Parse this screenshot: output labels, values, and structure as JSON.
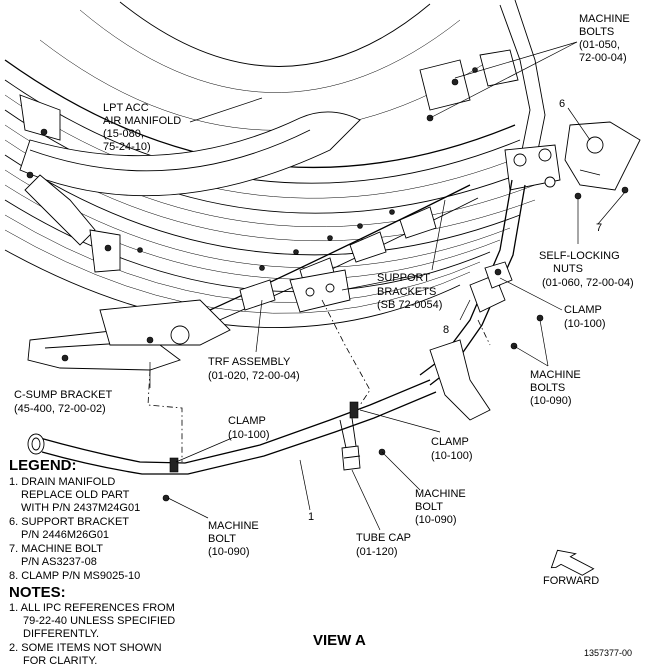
{
  "callouts": {
    "machine_bolts_top": [
      "MACHINE",
      "BOLTS",
      "(01-050,",
      "72-00-04)"
    ],
    "lpt_acc": [
      "LPT ACC",
      "AIR MANIFOLD",
      "(15-080,",
      "75-24-10)"
    ],
    "item6": "6",
    "item7": "7",
    "self_locking": [
      "SELF-LOCKING",
      "NUTS",
      "(01-060, 72-00-04)"
    ],
    "support_brackets": [
      "SUPPORT",
      "BRACKETS",
      "(SB 72-0054)"
    ],
    "clamp_right": [
      "CLAMP",
      "(10-100)"
    ],
    "item8": "8",
    "machine_bolts_right": [
      "MACHINE",
      "BOLTS",
      "(10-090)"
    ],
    "trf_assembly": [
      "TRF ASSEMBLY",
      "(01-020, 72-00-04)"
    ],
    "c_sump": [
      "C-SUMP BRACKET",
      "(45-400, 72-00-02)"
    ],
    "clamp_left": [
      "CLAMP",
      "(10-100)"
    ],
    "clamp_mid": [
      "CLAMP",
      "(10-100)"
    ],
    "item1": "1",
    "machine_bolt_mid": [
      "MACHINE",
      "BOLT",
      "(10-090)"
    ],
    "machine_bolt_left": [
      "MACHINE",
      "BOLT",
      "(10-090)"
    ],
    "tube_cap": [
      "TUBE CAP",
      "(01-120)"
    ],
    "forward": "FORWARD"
  },
  "legend": {
    "heading": "LEGEND:",
    "items": [
      "1. DRAIN MANIFOLD",
      "REPLACE OLD PART",
      "WITH P/N 2437M24G01",
      "6. SUPPORT BRACKET",
      "P/N 2446M26G01",
      "7. MACHINE BOLT",
      "P/N AS3237-08",
      "8. CLAMP P/N MS9025-10"
    ]
  },
  "notes": {
    "heading": "NOTES:",
    "items": [
      "1. ALL IPC REFERENCES FROM",
      "79-22-40 UNLESS SPECIFIED",
      "DIFFERENTLY.",
      "2. SOME ITEMS NOT SHOWN",
      "FOR CLARITY."
    ]
  },
  "view_title": "VIEW A",
  "figure_number": "1357377-00"
}
